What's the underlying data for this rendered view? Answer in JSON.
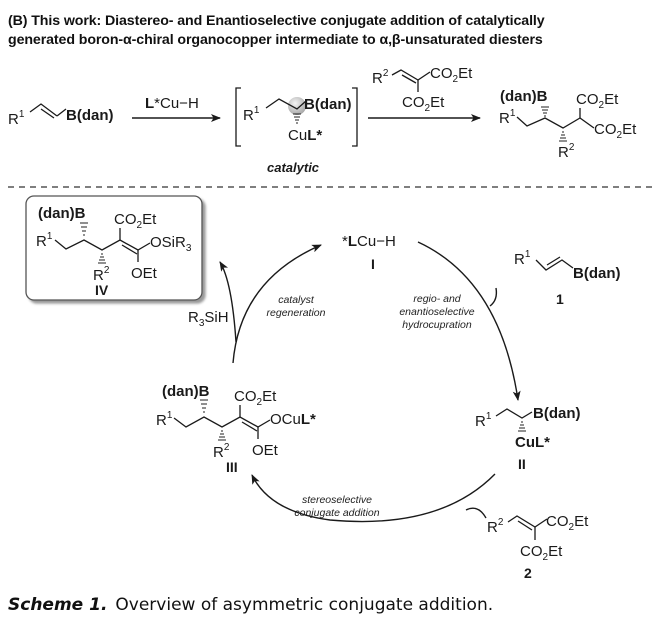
{
  "header": {
    "title_line1": "(B) This work: Diastereo- and Enantioselective conjugate addition of catalytically",
    "title_line2": "generated boron-α-chiral organocopper intermediate to α,β-unsaturated diesters"
  },
  "top_scheme": {
    "reagent_arrow1": "L*Cu−H",
    "intermediate_label": "catalytic",
    "substrate": {
      "r": "R",
      "r_sup": "1",
      "group": "B(dan)"
    },
    "intermediate": {
      "r": "R",
      "r_sup": "1",
      "group": "B(dan)",
      "metal": "Cu",
      "ligand": "L*"
    },
    "reagent2": {
      "r": "R",
      "r_sup": "2",
      "ester1": "CO",
      "ester_sub": "2",
      "ester_tail": "Et"
    },
    "product": {
      "boron": "(dan)B",
      "r1": "R",
      "r1_sup": "1",
      "r2": "R",
      "r2_sup": "2",
      "ester": "CO",
      "ester_sub": "2",
      "ester_tail": "Et"
    }
  },
  "cycle": {
    "catalyst": {
      "prefix": "*",
      "ligand": "L",
      "rest": "Cu−H",
      "label": "I"
    },
    "compound1": {
      "r": "R",
      "r_sup": "1",
      "group": "B(dan)",
      "label": "1"
    },
    "compound2": {
      "r": "R",
      "r_sup": "2",
      "ester": "CO",
      "ester_sub": "2",
      "ester_tail": "Et",
      "label": "2"
    },
    "intermediate2": {
      "r": "R",
      "r_sup": "1",
      "group": "B(dan)",
      "metal": "Cu",
      "ligand": "L*",
      "label": "II"
    },
    "intermediate3": {
      "boron": "(dan)B",
      "r1": "R",
      "r1_sup": "1",
      "r2": "R",
      "r2_sup": "2",
      "ester": "CO",
      "ester_sub": "2",
      "ester_tail": "Et",
      "enolate_o": "OCu",
      "enolate_l": "L*",
      "oet": "OEt",
      "label": "III"
    },
    "intermediate4": {
      "boron": "(dan)B",
      "r1": "R",
      "r1_sup": "1",
      "r2": "R",
      "r2_sup": "2",
      "ester": "CO",
      "ester_sub": "2",
      "ester_tail": "Et",
      "silyl": "OSiR",
      "silyl_sub": "3",
      "oet": "OEt",
      "label": "IV"
    },
    "silane": {
      "r": "R",
      "r_sub": "3",
      "rest": "SiH"
    },
    "step_labels": {
      "regen": [
        "catalyst",
        "regeneration"
      ],
      "hydrocupration": [
        "regio- and",
        "enantioselective",
        "hydrocupration"
      ],
      "addition": [
        "stereoselective",
        "conjugate addition"
      ]
    }
  },
  "caption": {
    "label": "Scheme 1.",
    "text": "Overview of asymmetric conjugate addition."
  }
}
